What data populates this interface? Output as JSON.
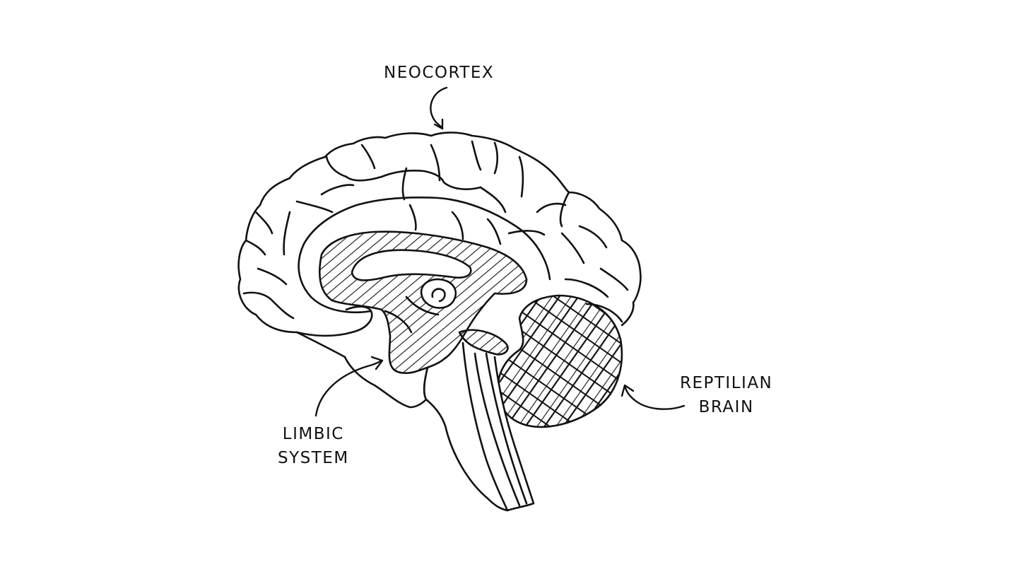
{
  "diagram": {
    "labels": {
      "neocortex": "NEOCORTEX",
      "limbic_line1": "LIMBIC",
      "limbic_line2": "SYSTEM",
      "reptilian_line1": "REPTILIAN",
      "reptilian_line2": "BRAIN"
    },
    "colors": {
      "ink": "#111111",
      "background": "#ffffff"
    }
  }
}
